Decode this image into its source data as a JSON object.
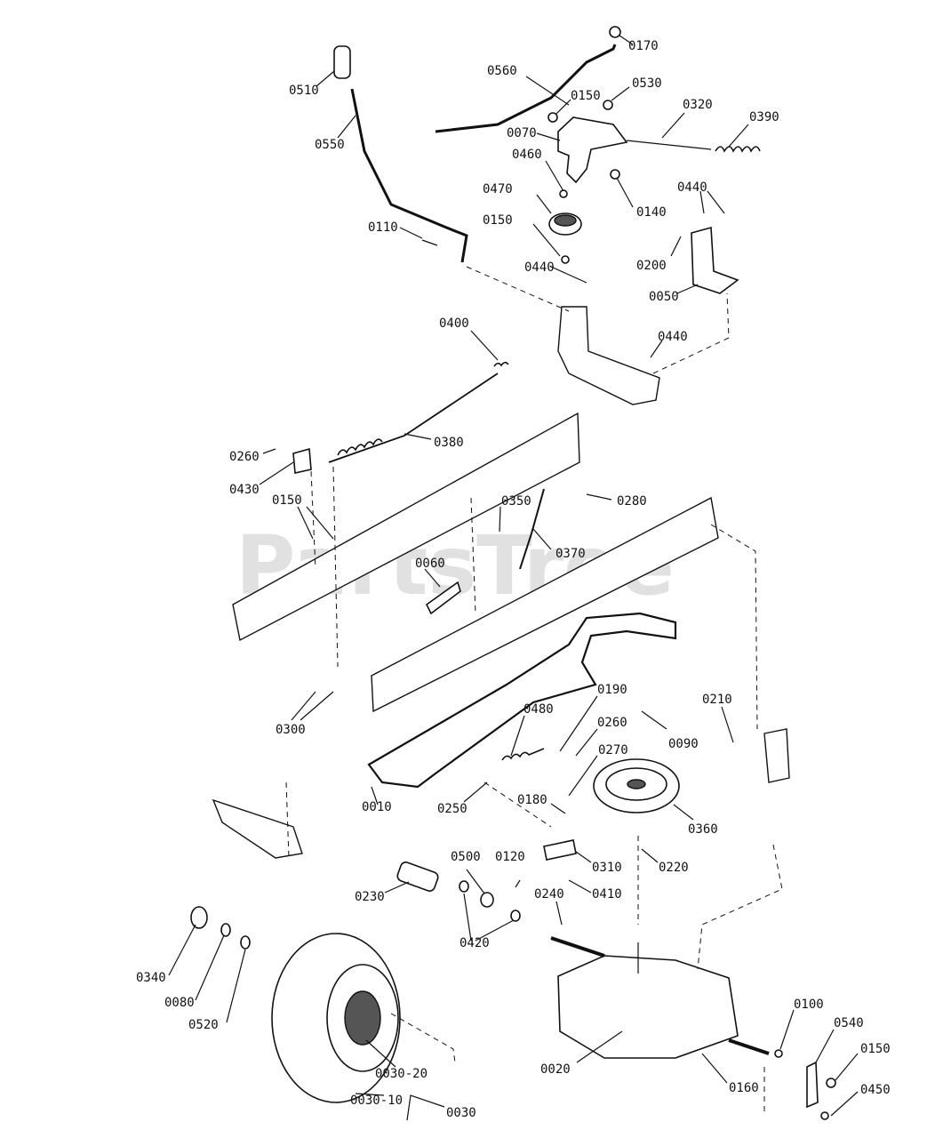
{
  "watermark": {
    "text": "PartsTree",
    "trademark": "™"
  },
  "labels": {
    "p0170": "0170",
    "p0510": "0510",
    "p0560": "0560",
    "p0530": "0530",
    "p0150a": "0150",
    "p0320": "0320",
    "p0390": "0390",
    "p0550": "0550",
    "p0070": "0070",
    "p0460": "0460",
    "p0140": "0140",
    "p0440a": "0440",
    "p0470": "0470",
    "p0150b": "0150",
    "p0110": "0110",
    "p0200": "0200",
    "p0440b": "0440",
    "p0050": "0050",
    "p0400": "0400",
    "p0440c": "0440",
    "p0380": "0380",
    "p0260a": "0260",
    "p0430": "0430",
    "p0150c": "0150",
    "p0350": "0350",
    "p0280": "0280",
    "p0370": "0370",
    "p0060": "0060",
    "p0300": "0300",
    "p0190": "0190",
    "p0210": "0210",
    "p0480": "0480",
    "p0260b": "0260",
    "p0090": "0090",
    "p0270": "0270",
    "p0010": "0010",
    "p0250": "0250",
    "p0180": "0180",
    "p0360": "0360",
    "p0310": "0310",
    "p0220": "0220",
    "p0230": "0230",
    "p0500": "0500",
    "p0120": "0120",
    "p0410": "0410",
    "p0240": "0240",
    "p0420": "0420",
    "p0340": "0340",
    "p0080": "0080",
    "p0520": "0520",
    "p0100": "0100",
    "p0540": "0540",
    "p0150d": "0150",
    "p0020": "0020",
    "p0160": "0160",
    "p0450": "0450",
    "p0030_20": "0030-20",
    "p0030_10": "0030-10",
    "p0030": "0030"
  }
}
